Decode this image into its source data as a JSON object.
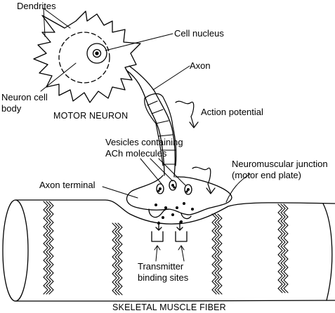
{
  "title": "",
  "labels": {
    "dendrites": "Dendrites",
    "cell_nucleus": "Cell nucleus",
    "axon": "Axon",
    "neuron_cell_body_line1": "Neuron cell",
    "neuron_cell_body_line2": "body",
    "motor_neuron": "MOTOR NEURON",
    "action_potential": "Action potential",
    "vesicles_line1": "Vesicles containing",
    "vesicles_line2": "ACh molecules",
    "neuromuscular_line1": "Neuromuscular junction",
    "neuromuscular_line2": "(motor end plate)",
    "axon_terminal": "Axon terminal",
    "transmitter_line1": "Transmitter",
    "transmitter_line2": "binding sites",
    "skeletal_muscle_fiber": "SKELETAL MUSCLE FIBER"
  },
  "colors": {
    "ink": "#000000",
    "background": "#ffffff"
  }
}
